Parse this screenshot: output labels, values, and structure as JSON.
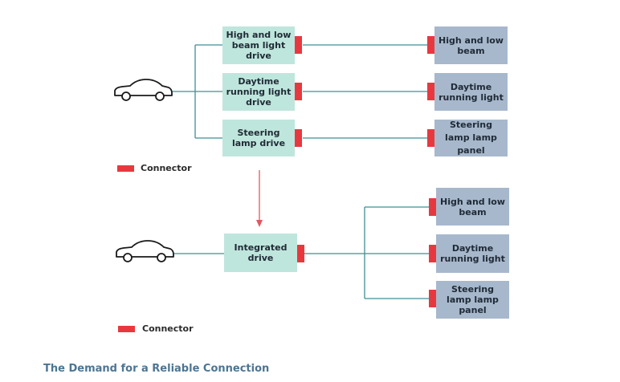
{
  "top": {
    "drives": [
      "High and low beam light drive",
      "Daytime running light drive",
      "Steering lamp drive"
    ],
    "lamps": [
      "High and low beam",
      "Daytime running light",
      "Steering lamp lamp panel"
    ],
    "legend": "Connector"
  },
  "bottom": {
    "drive": "Integrated drive",
    "lamps": [
      "High and low beam",
      "Daytime running light",
      "Steering lamp lamp panel"
    ],
    "legend": "Connector"
  },
  "caption": "The Demand for a Reliable Connection",
  "colors": {
    "drive_box": "#bfe6dc",
    "lamp_box": "#a7b8cc",
    "connector": "#e8383f",
    "line": "#3f8f98"
  },
  "icons": [
    "car-icon",
    "arrow-down-icon"
  ]
}
